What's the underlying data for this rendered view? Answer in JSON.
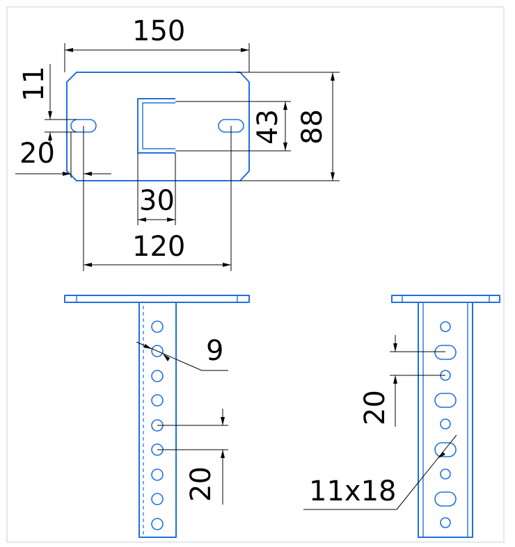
{
  "drawing": {
    "views": {
      "plan": {
        "dim_overall_width": "150",
        "dim_overall_height": "88",
        "dim_slot_window": "43",
        "dim_slot_edge_vertical": "11",
        "dim_slot_edge_horizontal": "20",
        "dim_channel_width": "30",
        "dim_slot_spacing": "120"
      },
      "front_elevation": {
        "dim_hole_diameter": "9",
        "dim_hole_pitch": "20"
      },
      "side_elevation": {
        "dim_hole_pitch": "20",
        "dim_slot_size": "11x18"
      }
    },
    "colors": {
      "part_outline": "#1f6fe0",
      "dimension_lines": "#000000",
      "frame": "#cfcfcf"
    }
  }
}
